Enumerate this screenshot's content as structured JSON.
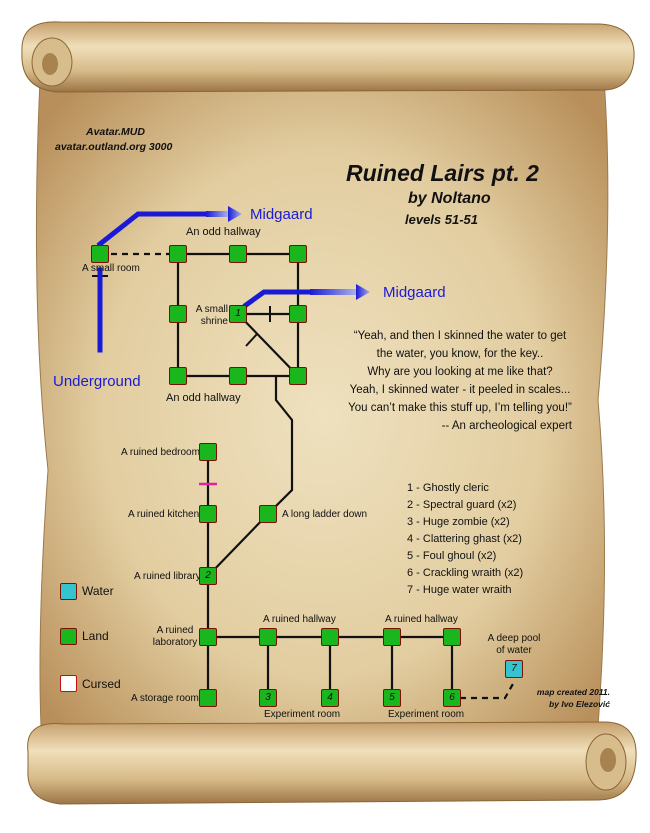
{
  "header": {
    "mud_name": "Avatar.MUD",
    "mud_address": "avatar.outland.org 3000"
  },
  "title": {
    "main": "Ruined Lairs pt. 2",
    "author": "by Noltano",
    "levels": "levels 51-51"
  },
  "exits": {
    "midgaard_top": "Midgaard",
    "midgaard_right": "Midgaard",
    "underground": "Underground"
  },
  "rooms": {
    "odd_hallway_top": "An odd hallway",
    "small_room": "A small room",
    "small_shrine": "A small shrine",
    "odd_hallway_bottom": "An odd hallway",
    "ruined_bedroom": "A ruined bedroom",
    "ruined_kitchen": "A ruined kitchen",
    "long_ladder": "A long ladder down",
    "ruined_library": "A ruined library",
    "ruined_laboratory": "A ruined laboratory",
    "storage_room": "A storage room",
    "ruined_hallway_1": "A ruined hallway",
    "ruined_hallway_2": "A ruined hallway",
    "experiment_room_1": "Experiment room",
    "experiment_room_2": "Experiment room",
    "deep_pool": "A deep pool of water"
  },
  "room_numbers": [
    "1",
    "2",
    "3",
    "4",
    "5",
    "6",
    "7"
  ],
  "quote": {
    "lines": [
      "“Yeah, and then I skinned the water to get",
      "the water, you know, for the key..",
      "Why are you looking at me like that?",
      "Yeah, I skinned water - it peeled in scales...",
      "You can’t make this stuff up, I’m telling you!”",
      "-- An archeological expert"
    ]
  },
  "mobs": [
    "1 - Ghostly cleric",
    "2 - Spectral guard (x2)",
    "3 - Huge zombie (x2)",
    "4 - Clattering ghast (x2)",
    "5 - Foul ghoul (x2)",
    "6 - Crackling wraith (x2)",
    "7 - Huge water wraith"
  ],
  "legend": {
    "water": "Water",
    "land": "Land",
    "cursed": "Cursed"
  },
  "credits": {
    "line1": "map created 2011.",
    "line2": "by Ivo Elezović"
  },
  "colors": {
    "land": "#19b71d",
    "water": "#35c3cf",
    "exit_line": "#1a1ad6",
    "room_border": "#7a1000",
    "door_mark": "#e0239a",
    "parchment": "#e2cfa4"
  }
}
